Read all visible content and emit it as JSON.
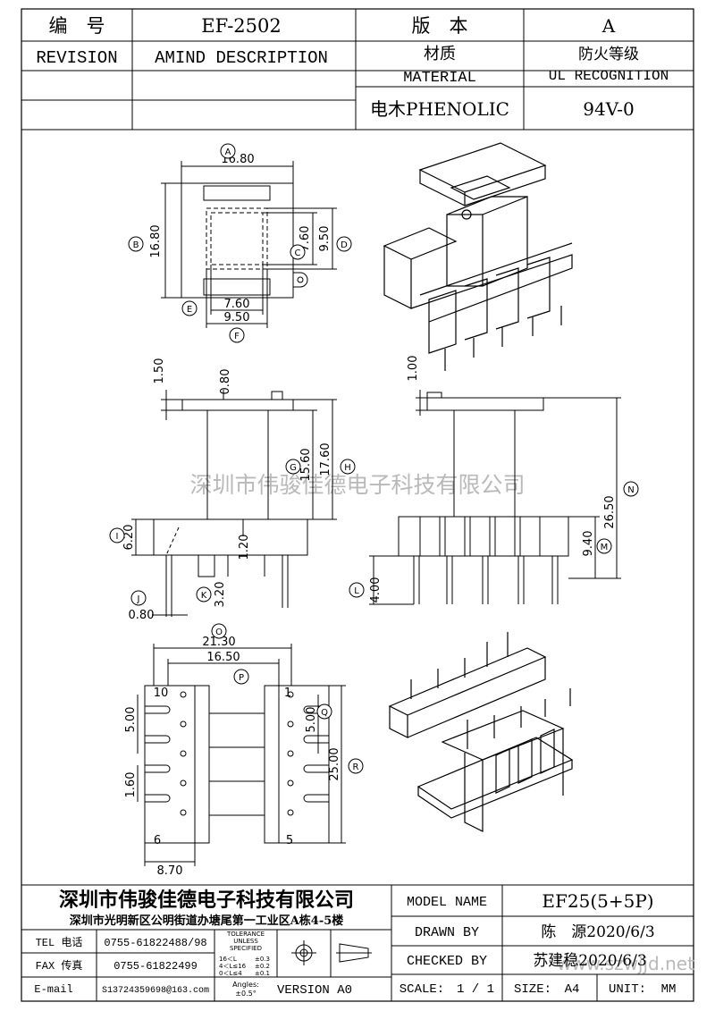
{
  "header": {
    "number_label": "编　号",
    "number_value": "EF-2502",
    "version_label": "版　本",
    "version_value": "A",
    "revision_label": "REVISION",
    "amend_label": "AMIND DESCRIPTION",
    "material_label_cn": "材质",
    "material_label_en": "MATERIAL",
    "fire_label_cn": "防火等级",
    "fire_label_en": "UL RECOGNITION",
    "material_value": "电木PHENOLIC",
    "fire_value": "94V-0"
  },
  "watermark": "深圳市伟骏佳德电子科技有限公司",
  "watermark_url": "www.szwjjd.net",
  "dimensions": {
    "top": {
      "A": "16.80",
      "B": "16.80",
      "C": "7.60",
      "D": "9.50",
      "E": "7.60",
      "F": "9.50"
    },
    "side": {
      "flange": "1.50",
      "g_top": "0.80",
      "G": "15.60",
      "H": "17.60",
      "I": "6.20",
      "J": "0.80",
      "K": "3.20",
      "slot": "1.20"
    },
    "front": {
      "top": "1.00",
      "N": "26.50",
      "M": "9.40",
      "L": "4.00"
    },
    "bottom": {
      "O": "21.30",
      "P": "16.50",
      "Q": "5.00",
      "left_pitch": "5.00",
      "R": "25.00",
      "pitch": "1.60",
      "width": "8.70",
      "pin1": "1",
      "pin5": "5",
      "pin6": "6",
      "pin10": "10"
    }
  },
  "bubbles": [
    "A",
    "B",
    "C",
    "D",
    "E",
    "F",
    "G",
    "H",
    "I",
    "J",
    "K",
    "L",
    "M",
    "N",
    "O",
    "P",
    "Q",
    "R"
  ],
  "footer": {
    "company": "深圳市伟骏佳德电子科技有限公司",
    "address": "深圳市光明新区公明街道办塘尾第一工业区A栋4-5楼",
    "tel_label": "TEL 电话",
    "tel_value": "0755-61822488/98",
    "fax_label": "FAX 传真",
    "fax_value": "0755-61822499",
    "email_label": "E-mail",
    "email_value": "S13724359698@163.com",
    "tol_title": "TOLERANCE",
    "tol_sub1": "UNLESS",
    "tol_sub2": "SPECIFIED",
    "tol_rows": [
      {
        "range": "16＜L",
        "value": "±0.3"
      },
      {
        "range": "4＜L≤16",
        "value": "±0.2"
      },
      {
        "range": "0＜L≤4",
        "value": "±0.1"
      }
    ],
    "angles_label": "Angles:",
    "angles_value": "±0.5°",
    "version_text": "VERSION A0",
    "model_label": "MODEL NAME",
    "model_value": "EF25(5+5P)",
    "drawn_label": "DRAWN BY",
    "drawn_value": "陈　源2020/6/3",
    "checked_label": "CHECKED BY",
    "checked_value": "苏建稳2020/6/3",
    "scale_label": "SCALE:",
    "scale_value": "1 / 1",
    "size_label": "SIZE:",
    "size_value": "A4",
    "unit_label": "UNIT:",
    "unit_value": "MM"
  }
}
